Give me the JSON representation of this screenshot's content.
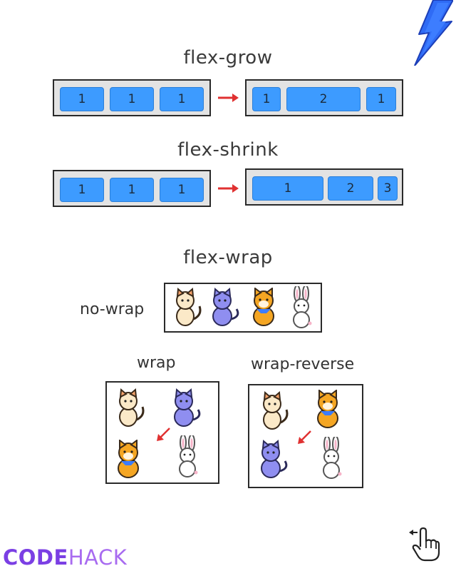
{
  "sections": {
    "grow": {
      "title": "flex-grow",
      "before_items": [
        "1",
        "1",
        "1"
      ],
      "after_items": [
        "1",
        "2",
        "1"
      ]
    },
    "shrink": {
      "title": "flex-shrink",
      "before_items": [
        "1",
        "1",
        "1"
      ],
      "after_items": [
        "1",
        "2",
        "3"
      ]
    },
    "wrap": {
      "title": "flex-wrap",
      "nowrap_label": "no-wrap",
      "wrap_label": "wrap",
      "wrap_reverse_label": "wrap-reverse"
    }
  },
  "brand": {
    "code": "CODE",
    "hack": "HACK",
    "code_color": "#7b3fe4",
    "hack_color": "#a86bf0"
  },
  "colors": {
    "item_blue": "#3d9bff",
    "arrow_red": "#e03131",
    "bolt_blue": "#2f6bf5"
  },
  "icons": [
    "lightning-bolt-icon",
    "cat-orange-icon",
    "cat-purple-icon",
    "shiba-dog-icon",
    "rabbit-icon",
    "pointer-hand-icon"
  ]
}
